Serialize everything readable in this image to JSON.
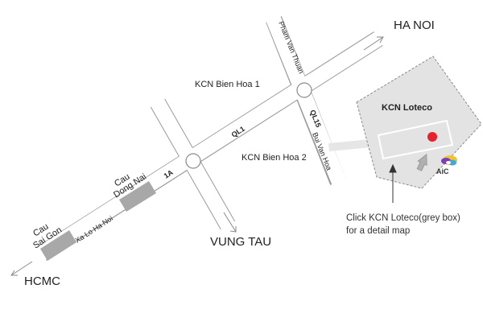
{
  "destinations": {
    "north": "HA NOI",
    "south": "VUNG TAU",
    "southwest": "HCMC"
  },
  "areas": {
    "bien_hoa_1": "KCN Bien Hoa 1",
    "bien_hoa_2": "KCN Bien Hoa 2",
    "loteco": "KCN Loteco"
  },
  "roads": {
    "ql1": "QL1",
    "r1a": "1A",
    "ql15": "QL15",
    "bui_van_hoa": "Bui Van Hoa",
    "pham_van_thuan": "Pham Van Thuan",
    "xa_lo_ha_noi": "Xa Lo Ha Noi"
  },
  "bridges": {
    "dong_nai_line1": "Cau",
    "dong_nai_line2": "Dong Nai",
    "sai_gon_line1": "Cau",
    "sai_gon_line2": "Sai Gon"
  },
  "instructions": {
    "line1": "Click KCN Loteco(grey box)",
    "line2": "for a detail map"
  },
  "logo": {
    "text": "AiC"
  },
  "colors": {
    "road_outline": "#9a9a9a",
    "bridge_fill": "#a8a8a8",
    "loteco_box": "#e3e3e3",
    "marker": "#e8202a",
    "text": "#222222"
  },
  "icons": {
    "location_marker": "location-marker-icon",
    "logo": "aic-logo-icon",
    "cursor": "cursor-arrow-icon"
  }
}
